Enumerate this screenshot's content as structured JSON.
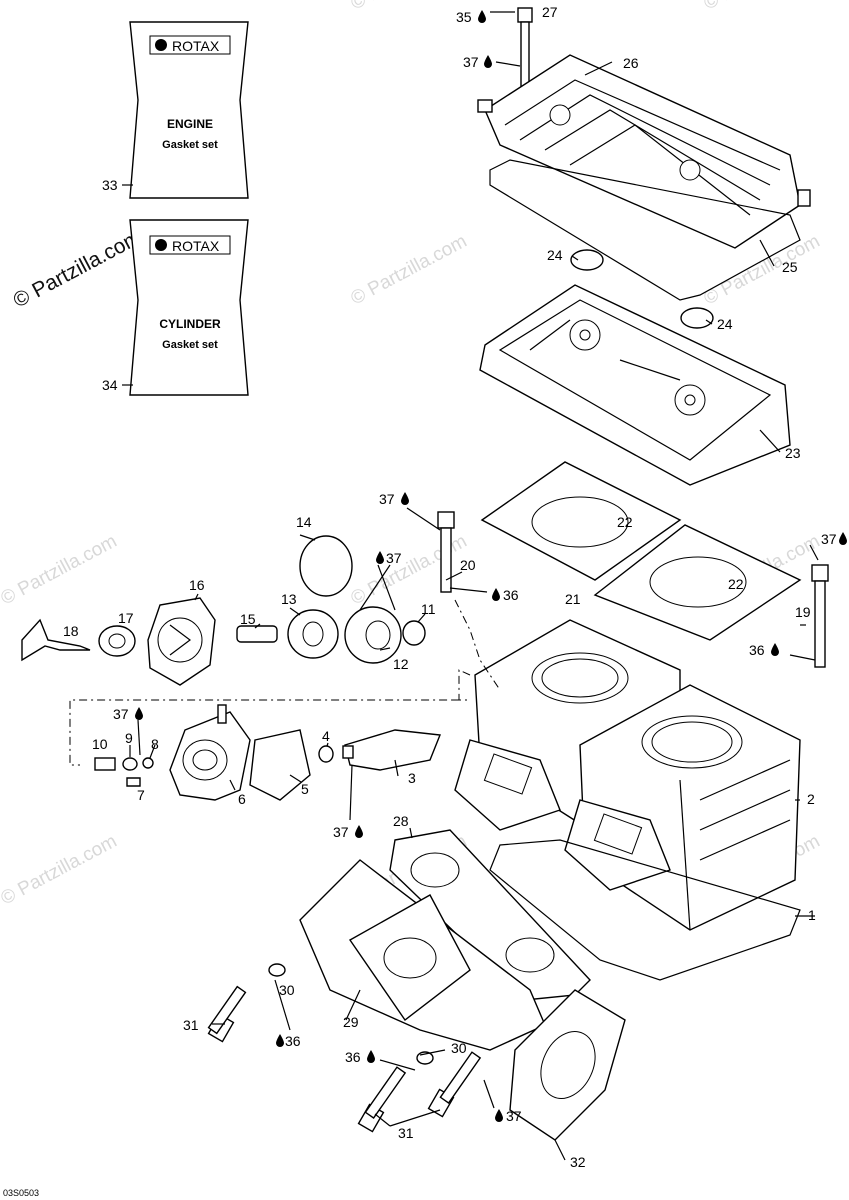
{
  "watermark": {
    "primary": "© Partzilla.com",
    "faint": "© Partzilla.com"
  },
  "packets": {
    "engine": {
      "brand": "ROTAX",
      "title": "ENGINE",
      "subtitle": "Gasket set",
      "number": "33"
    },
    "cylinder": {
      "brand": "ROTAX",
      "title": "CYLINDER",
      "subtitle": "Gasket set",
      "number": "34"
    }
  },
  "labels": {
    "n1": "1",
    "n2": "2",
    "n3": "3",
    "n4": "4",
    "n5": "5",
    "n6": "6",
    "n7": "7",
    "n8": "8",
    "n9": "9",
    "n10": "10",
    "n11": "11",
    "n12": "12",
    "n13": "13",
    "n14": "14",
    "n15": "15",
    "n16": "16",
    "n17": "17",
    "n18": "18",
    "n19": "19",
    "n20": "20",
    "n21": "21",
    "n22a": "22",
    "n22b": "22",
    "n23": "23",
    "n24a": "24",
    "n24b": "24",
    "n25": "25",
    "n26": "26",
    "n27": "27",
    "n28": "28",
    "n29": "29",
    "n30a": "30",
    "n30b": "30",
    "n31a": "31",
    "n31b": "31",
    "n32": "32",
    "n35": "35",
    "n36a": "36",
    "n36b": "36",
    "n36c": "36",
    "n36d": "36",
    "n37a": "37",
    "n37b": "37",
    "n37c": "37",
    "n37d": "37",
    "n37e": "37",
    "n37f": "37",
    "n37g": "37"
  },
  "figure_code": "03S0503",
  "icons": {
    "drop": "liquid-drop-icon",
    "brand_logo": "rotax-logo-icon"
  }
}
